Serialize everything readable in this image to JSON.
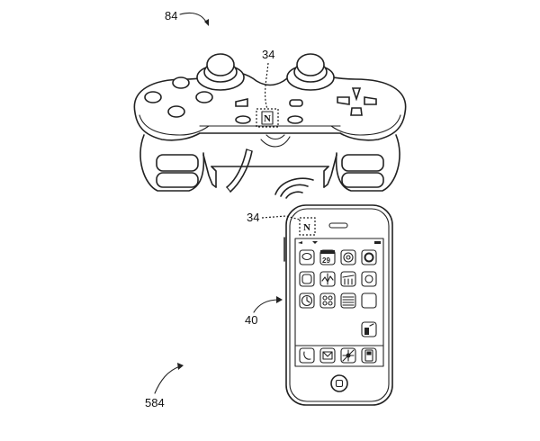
{
  "figure": {
    "labels": {
      "controller_system": "84",
      "nfc_tag_controller": "34",
      "nfc_tag_phone": "34",
      "mobile_device": "40",
      "overall_system": "584"
    },
    "nfc_glyph": "N",
    "elements": {
      "controller": "game-controller",
      "phone": "mobile-phone",
      "wireless_signal": "wireless-waves"
    },
    "phone": {
      "home_grid_icons": [
        "chat-icon",
        "calendar-icon",
        "settings-gear-icon",
        "camera-icon",
        "tv-icon",
        "stocks-chart-icon",
        "maps-icon",
        "circle-app-icon",
        "clock-icon",
        "dots-app-icon",
        "notes-icon",
        "music-icon",
        "game-app-icon"
      ],
      "calendar_day": "29",
      "dock_icons": [
        "phone-icon",
        "mail-icon",
        "browser-icon",
        "ipod-icon"
      ]
    },
    "colors": {
      "line": "#222222",
      "background": "#ffffff"
    }
  }
}
